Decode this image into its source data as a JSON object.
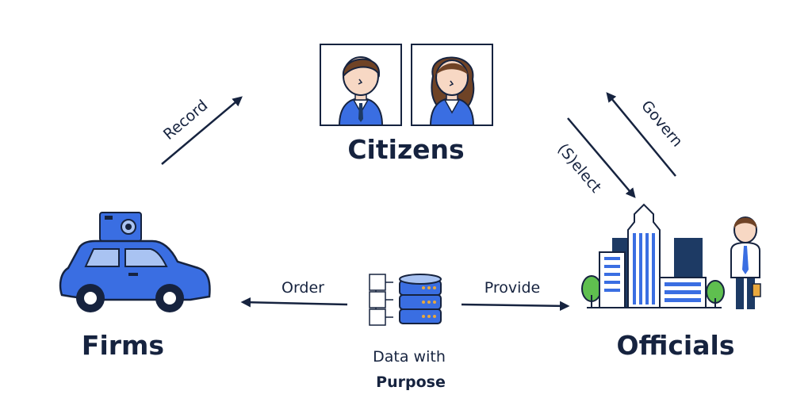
{
  "nodes": {
    "citizens": {
      "label": "Citizens"
    },
    "firms": {
      "label": "Firms"
    },
    "officials": {
      "label": "Officials"
    }
  },
  "center": {
    "line1": "Data with",
    "line2": "Purpose"
  },
  "edges": {
    "record": "Record",
    "govern": "Govern",
    "select": "(S)elect",
    "order": "Order",
    "provide": "Provide"
  },
  "colors": {
    "ink": "#16233f",
    "blue": "#3a6ee2",
    "blue_light": "#a9c3f2",
    "skin": "#f7d8c4",
    "hair": "#6f4326",
    "navy": "#1d3a64",
    "green": "#5fbf4f"
  },
  "icons": [
    "citizen-man-icon",
    "citizen-woman-icon",
    "car-with-camera-icon",
    "city-buildings-icon",
    "official-person-icon",
    "documents-icon",
    "database-icon"
  ]
}
